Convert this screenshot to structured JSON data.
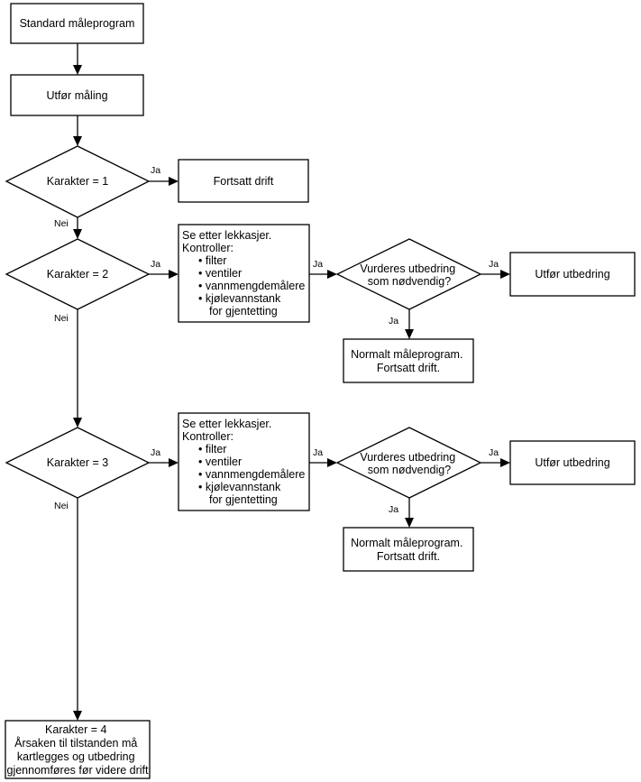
{
  "nodes": {
    "start": "Standard måleprogram",
    "measure": "Utfør måling",
    "d1": "Karakter = 1",
    "continue1": "Fortsatt drift",
    "d2": "Karakter = 2",
    "check2": [
      "Se etter lekkasjer.",
      "Kontroller:",
      "• filter",
      "• ventiler",
      "• vannmengdemålere",
      "• kjølevannstank",
      "for gjentetting"
    ],
    "assess2": [
      "Vurderes utbedring",
      "som nødvendig?"
    ],
    "repair2": "Utfør utbedring",
    "normal2": [
      "Normalt måleprogram.",
      "Fortsatt drift."
    ],
    "d3": "Karakter = 3",
    "check3": [
      "Se etter lekkasjer.",
      "Kontroller:",
      "• filter",
      "• ventiler",
      "• vannmengdemålere",
      "• kjølevannstank",
      "for gjentetting"
    ],
    "assess3": [
      "Vurderes utbedring",
      "som nødvendig?"
    ],
    "repair3": "Utfør utbedring",
    "normal3": [
      "Normalt måleprogram.",
      "Fortsatt drift."
    ],
    "final": [
      "Karakter = 4",
      "Årsaken til tilstanden må",
      "kartlegges og utbedring",
      "gjennomføres før videre drift"
    ]
  },
  "labels": {
    "yes": "Ja",
    "no": "Nei"
  }
}
